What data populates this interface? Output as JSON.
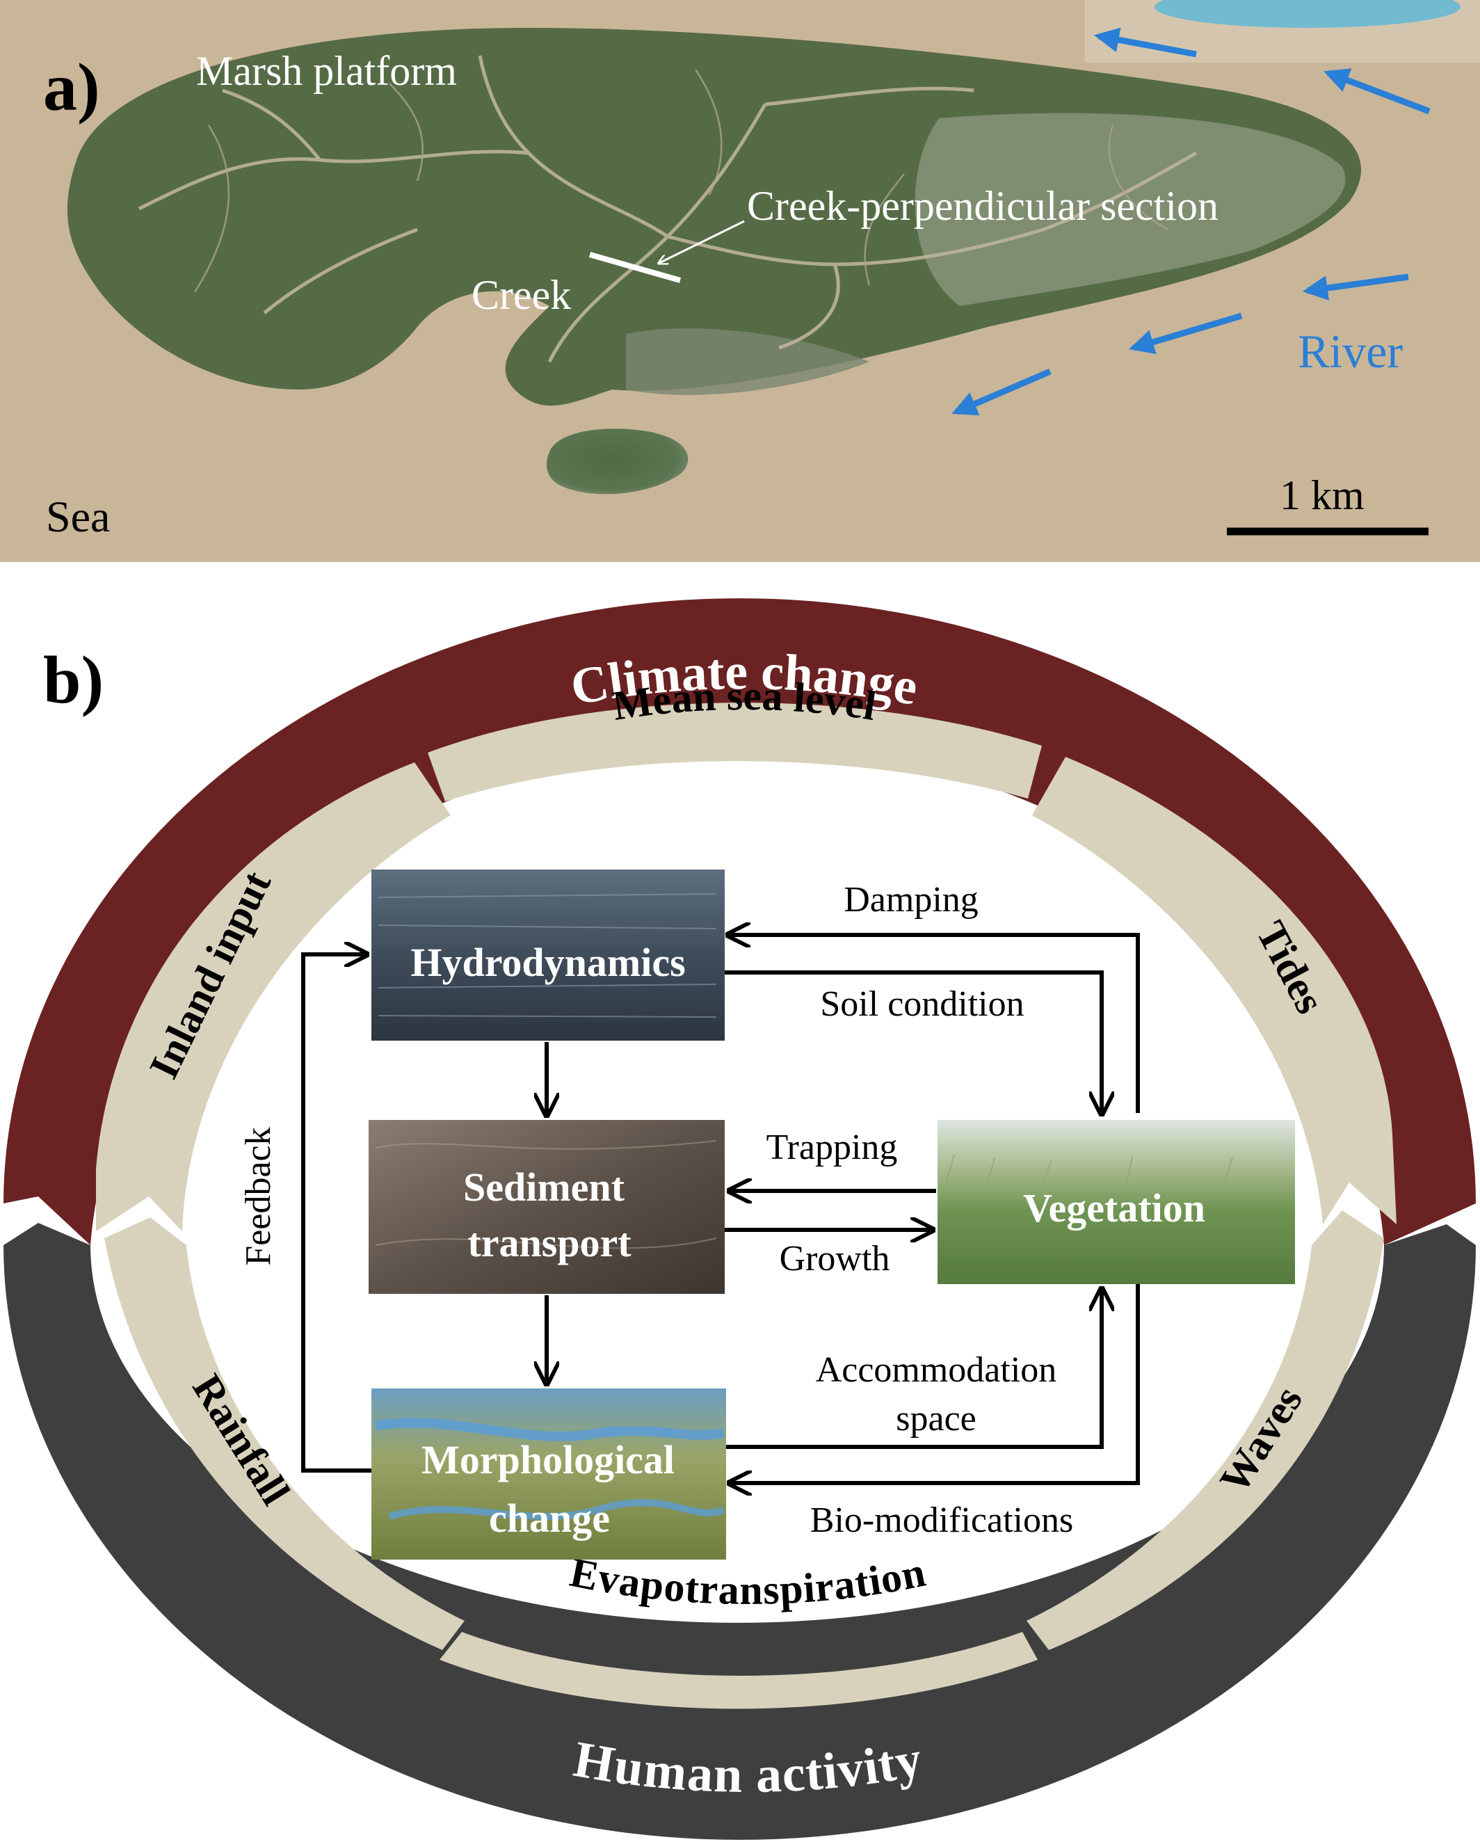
{
  "panel_a": {
    "label": "a)",
    "marsh_platform": "Marsh platform",
    "creek_section": "Creek-perpendicular section",
    "creek": "Creek",
    "river": "River",
    "sea": "Sea",
    "scale_bar": "1 km"
  },
  "panel_b": {
    "label": "b)",
    "outer_top": "Climate change",
    "outer_bottom": "Human activity",
    "inner": {
      "mean_sea_level": "Mean sea level",
      "tides": "Tides",
      "inland_input": "Inland input",
      "rainfall": "Rainfall",
      "waves": "Waves",
      "evapotranspiration": "Evapotranspiration"
    },
    "boxes": {
      "hydrodynamics": "Hydrodynamics",
      "sediment_line1": "Sediment",
      "sediment_line2": "transport",
      "vegetation": "Vegetation",
      "morph_line1": "Morphological",
      "morph_line2": "change"
    },
    "arrow_labels": {
      "damping": "Damping",
      "soil_condition": "Soil condition",
      "trapping": "Trapping",
      "growth": "Growth",
      "accommodation_line1": "Accommodation",
      "accommodation_line2": "space",
      "bio_modifications": "Bio-modifications",
      "feedback": "Feedback"
    }
  },
  "colors": {
    "climate": "#6b2222",
    "human": "#3f3f3f",
    "inner_ring": "#d8d2bd",
    "river_arrow": "#2a7fd6",
    "sea_water": "#c9b699"
  }
}
